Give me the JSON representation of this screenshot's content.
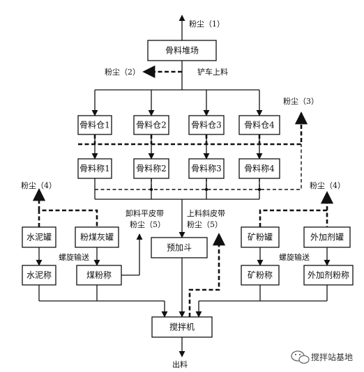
{
  "nodes": {
    "aggregate_yard": "骨料堆场",
    "bin1": "骨料仓1",
    "bin2": "骨料仓2",
    "bin3": "骨料仓3",
    "bin4": "骨料仓4",
    "scale1": "骨料称1",
    "scale2": "骨料称2",
    "scale3": "骨料称3",
    "scale4": "骨料称4",
    "cement_tank": "水泥罐",
    "flyash_tank": "粉煤灰罐",
    "cement_scale": "水泥称",
    "flyash_scale": "煤粉称",
    "prehopper": "预加斗",
    "slag_tank": "矿粉罐",
    "admix_tank": "外加剂罐",
    "slag_scale": "矿粉称",
    "admix_scale": "外加剂粉称",
    "mixer": "搅拌机"
  },
  "labels": {
    "dust1": "粉尘（1）",
    "dust2": "粉尘（2）",
    "dust3": "粉尘（3）",
    "dust4_left": "粉尘（4）",
    "dust4_right": "粉尘（4）",
    "loader": "铲车上料",
    "unload_belt": "卸料平皮带",
    "dust5_left": "粉尘（5）",
    "incline_belt": "上料斜皮带",
    "dust5_right": "粉尘（5）",
    "screw_left": "螺旋输送",
    "screw_right": "螺旋输送",
    "output": "出料"
  },
  "watermark": "搅拌站基地"
}
